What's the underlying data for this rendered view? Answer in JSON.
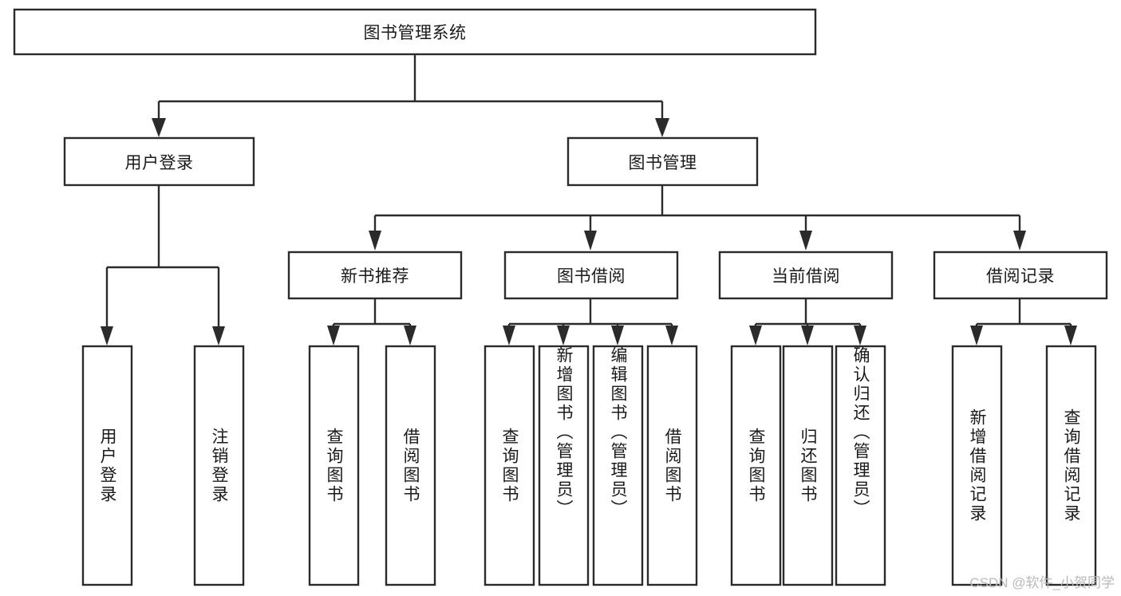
{
  "diagram": {
    "type": "tree-hierarchy",
    "title": "图书管理系统",
    "watermark": "CSDN @软件_小贺同学",
    "levels": {
      "root": {
        "label": "图书管理系统"
      },
      "level2": [
        {
          "id": "user-login",
          "label": "用户登录"
        },
        {
          "id": "book-manage",
          "label": "图书管理"
        }
      ],
      "level3": [
        {
          "id": "new-book-recommend",
          "label": "新书推荐"
        },
        {
          "id": "book-borrow",
          "label": "图书借阅"
        },
        {
          "id": "current-borrow",
          "label": "当前借阅"
        },
        {
          "id": "borrow-record",
          "label": "借阅记录"
        }
      ],
      "leaves": {
        "user_login": [
          {
            "id": "leaf-user-login",
            "label": "用户登录"
          },
          {
            "id": "leaf-logout-login",
            "label": "注销登录"
          }
        ],
        "new_book_recommend": [
          {
            "id": "leaf-query-book-1",
            "label": "查询图书"
          },
          {
            "id": "leaf-borrow-book-1",
            "label": "借阅图书"
          }
        ],
        "book_borrow": [
          {
            "id": "leaf-query-book-2",
            "label": "查询图书"
          },
          {
            "id": "leaf-add-book",
            "label": "新增图书（管理员）"
          },
          {
            "id": "leaf-edit-book",
            "label": "编辑图书（管理员）"
          },
          {
            "id": "leaf-borrow-book-2",
            "label": "借阅图书"
          }
        ],
        "current_borrow": [
          {
            "id": "leaf-query-book-3",
            "label": "查询图书"
          },
          {
            "id": "leaf-return-book",
            "label": "归还图书"
          },
          {
            "id": "leaf-confirm-return",
            "label": "确认归还（管理员）"
          }
        ],
        "borrow_record": [
          {
            "id": "leaf-add-record",
            "label": "新增借阅记录"
          },
          {
            "id": "leaf-query-record",
            "label": "查询借阅记录"
          }
        ]
      }
    },
    "colors": {
      "stroke": "#2b2b2b",
      "fill": "#ffffff",
      "text": "#1a1a1a",
      "watermark": "#b9b9b9"
    }
  }
}
